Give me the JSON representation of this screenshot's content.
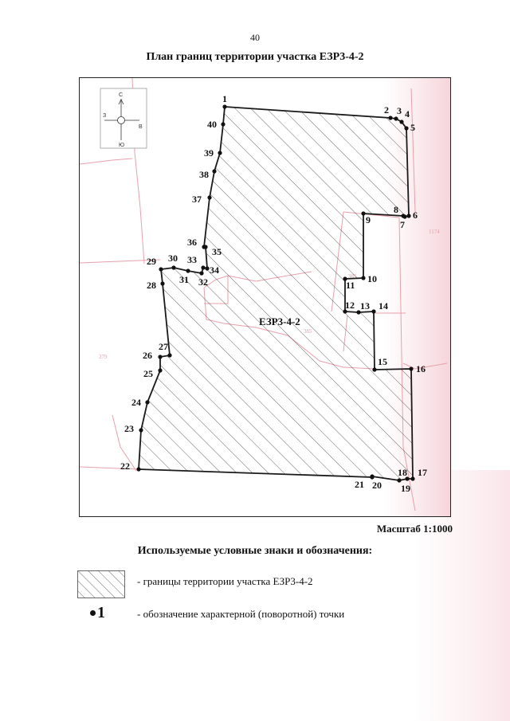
{
  "page": {
    "number": "40",
    "title": "План границ территории участка ЕЗР3-4-2"
  },
  "map": {
    "zone_label": "ЕЗР3-4-2",
    "compass": {
      "north": "С",
      "south": "Ю",
      "east": "В",
      "west": "З"
    },
    "background_labels": [
      "279",
      "1174",
      "385",
      "385"
    ],
    "points": [
      "1",
      "2",
      "3",
      "4",
      "5",
      "6",
      "7",
      "8",
      "9",
      "10",
      "11",
      "12",
      "13",
      "14",
      "15",
      "16",
      "17",
      "18",
      "19",
      "20",
      "21",
      "22",
      "23",
      "24",
      "25",
      "26",
      "27",
      "28",
      "29",
      "30",
      "31",
      "32",
      "33",
      "34",
      "35",
      "36",
      "37",
      "38",
      "39",
      "40"
    ],
    "colors": {
      "boundary": "#1a1a1a",
      "cadastral": "#e8a0aa",
      "hatch": "#444444"
    }
  },
  "scale": {
    "label": "Масштаб 1:1000"
  },
  "legend": {
    "title": "Используемые условные знаки и обозначения:",
    "items": [
      {
        "text": "- границы территории участка ЕЗР3-4-2"
      },
      {
        "marker": "1",
        "text": "- обозначение характерной (поворотной) точки"
      }
    ]
  }
}
